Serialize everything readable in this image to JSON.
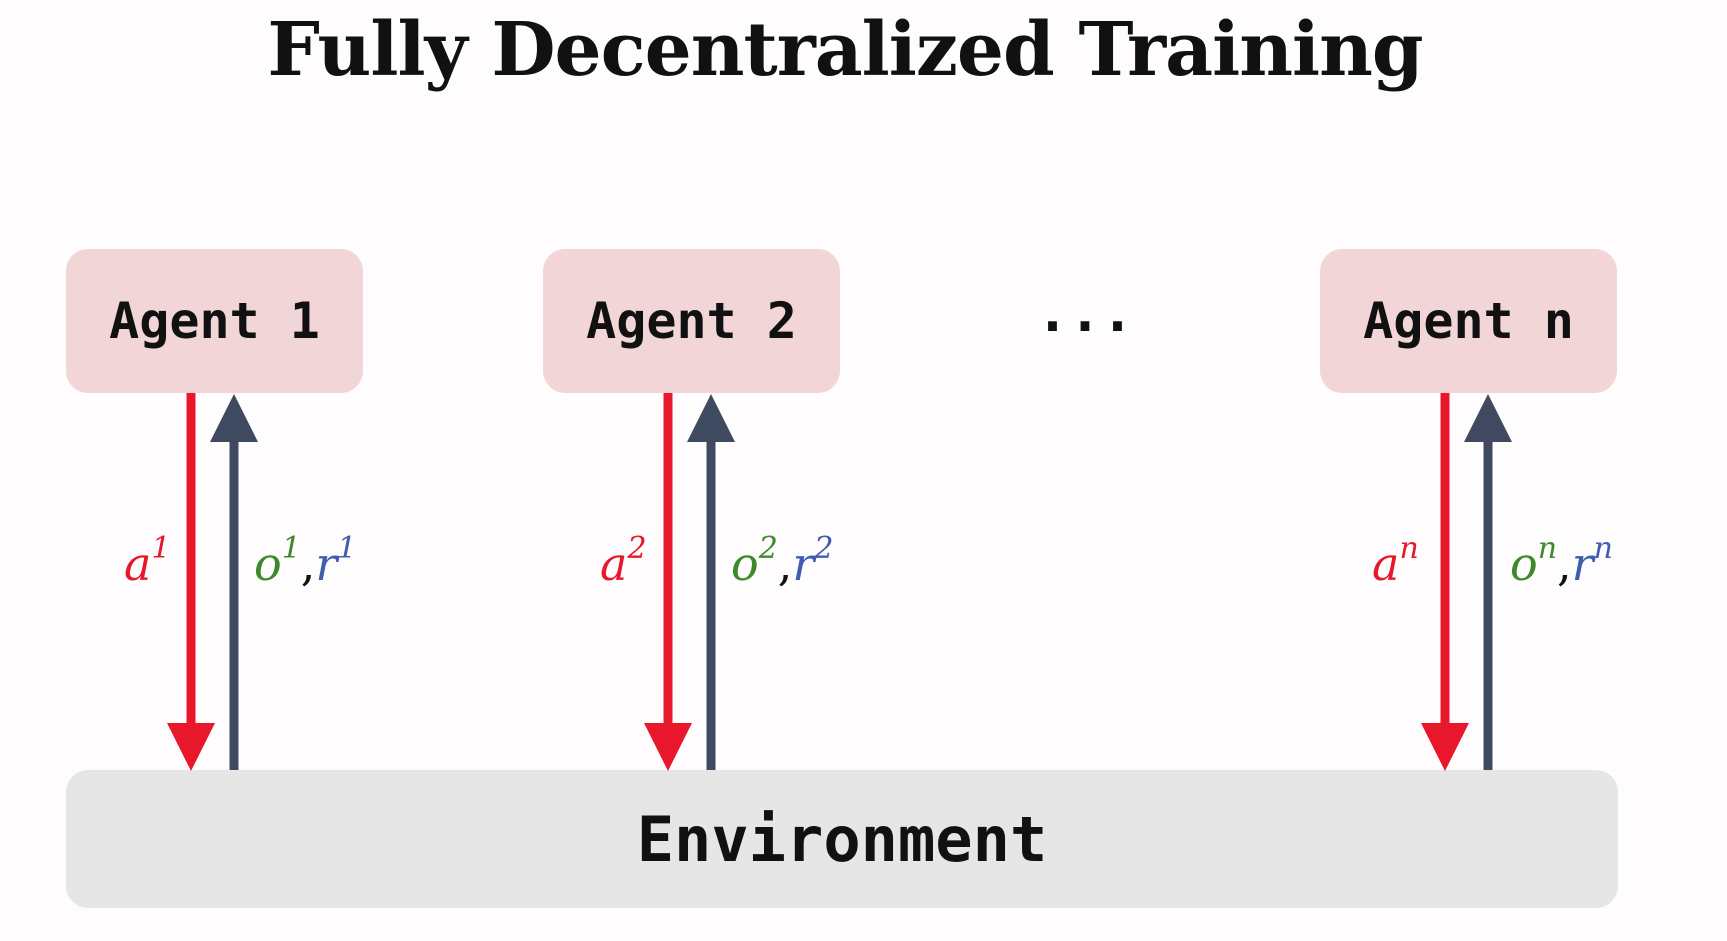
{
  "title": "Fully Decentralized Training",
  "agents": [
    {
      "label": "Agent 1",
      "action_base": "a",
      "action_sup": "1",
      "obs_base": "o",
      "obs_sup": "1",
      "reward_base": "r",
      "reward_sup": "1"
    },
    {
      "label": "Agent 2",
      "action_base": "a",
      "action_sup": "2",
      "obs_base": "o",
      "obs_sup": "2",
      "reward_base": "r",
      "reward_sup": "2"
    },
    {
      "label": "Agent n",
      "action_base": "a",
      "action_sup": "n",
      "obs_base": "o",
      "obs_sup": "n",
      "reward_base": "r",
      "reward_sup": "n"
    }
  ],
  "ellipsis": "...",
  "environment": "Environment",
  "separator": ",",
  "colors": {
    "agent_box": "#f2d6d7",
    "environment_box": "#e6e6e7",
    "action_arrow": "#e8172b",
    "observation_arrow": "#3f4a60",
    "observation_text": "#3d8a2b",
    "reward_text": "#3f5db0"
  }
}
